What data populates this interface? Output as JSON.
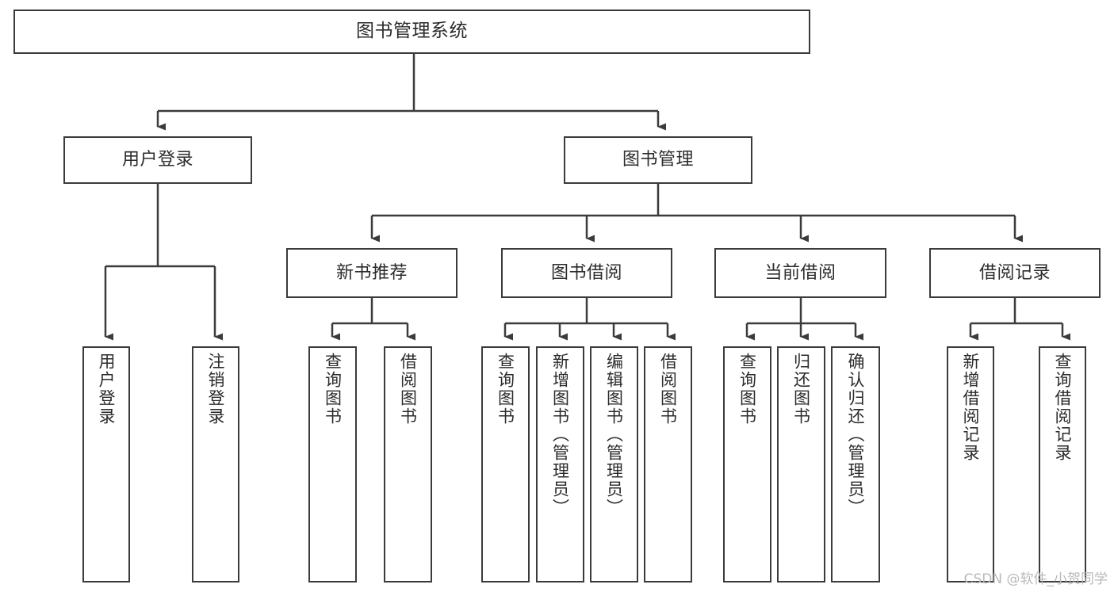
{
  "diagram": {
    "title": "图书管理系统",
    "type": "hierarchy-tree",
    "watermark": "CSDN @软件_小贺同学",
    "colors": {
      "box_border": "#3b3b3b",
      "box_fill": "#ffffff",
      "connector": "#3b3b3b",
      "text": "#2b2b2b",
      "watermark": "#b9b9b9",
      "background": "#ffffff"
    },
    "root": {
      "label": "图书管理系统"
    },
    "level2": [
      {
        "label": "用户登录"
      },
      {
        "label": "图书管理"
      }
    ],
    "level3": [
      {
        "label": "新书推荐"
      },
      {
        "label": "图书借阅"
      },
      {
        "label": "当前借阅"
      },
      {
        "label": "借阅记录"
      }
    ],
    "leaves": {
      "user_login": [
        {
          "label": "用户登录"
        },
        {
          "label": "注销登录"
        }
      ],
      "new_book_recommend": [
        {
          "label": "查询图书"
        },
        {
          "label": "借阅图书"
        }
      ],
      "book_borrow": [
        {
          "label": "查询图书"
        },
        {
          "label": "新增图书（管理员）"
        },
        {
          "label": "编辑图书（管理员）"
        },
        {
          "label": "借阅图书"
        }
      ],
      "current_borrow": [
        {
          "label": "查询图书"
        },
        {
          "label": "归还图书"
        },
        {
          "label": "确认归还（管理员）"
        }
      ],
      "borrow_record": [
        {
          "label": "新增借阅记录"
        },
        {
          "label": "查询借阅记录"
        }
      ]
    }
  }
}
